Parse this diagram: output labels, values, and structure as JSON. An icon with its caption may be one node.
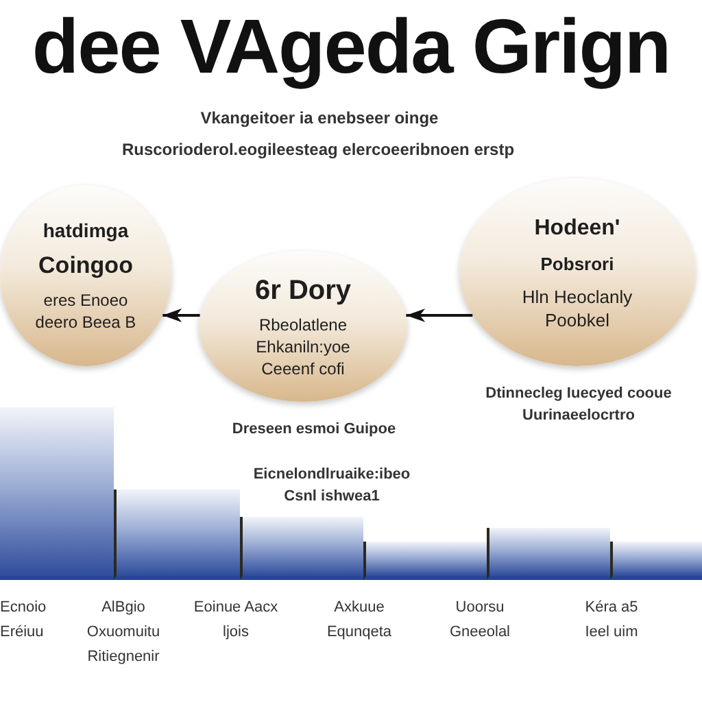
{
  "diagram": {
    "title": "dee VAgeda Grign",
    "nodes": [
      {
        "text": [
          "hatdimga",
          "Coingoo",
          "eres Enoeo deero Beea B"
        ]
      },
      {
        "text": [
          "6r Dory",
          "Rbeolatlene Ehkaniln:yoe Ceeenf cofi"
        ],
        "beside": [
          "Dreseen esmoi Guipoe"
        ]
      },
      {
        "text": [
          "Hodeen'",
          "Pobsrori",
          "Hln Heoclanly Poobkel"
        ],
        "beside": [
          "Dtinnecleg Iuecyed cooue Uurinaeelocrtro"
        ]
      },
      {
        "text": [],
        "shape": "bar"
      },
      {
        "text": [],
        "shape": "bar"
      },
      {
        "text": [],
        "shape": "bar"
      },
      {
        "text": [],
        "shape": "bar"
      },
      {
        "text": [],
        "shape": "bar"
      },
      {
        "text": [],
        "shape": "bar"
      }
    ],
    "edges": [
      {
        "from": 1,
        "to": 0,
        "arrow": "to"
      },
      {
        "from": 2,
        "to": 1,
        "arrow": "to"
      }
    ],
    "labels": [
      "Vkangeitoer ia enebseer oinge",
      "Ruscorioderol.eogileesteag elercoeeribnoen erstp",
      "Eicnelondlruaike:ibeo Csnl ishwea1",
      "Ecnoio Eréiuu",
      "AlBgio Oxuomuitu Ritiegnenir",
      "Eoinue Aacx ljois",
      "Axkuue Equnqeta",
      "Uoorsu Gneeolal",
      "Kéra a5 Ieel uim"
    ]
  }
}
